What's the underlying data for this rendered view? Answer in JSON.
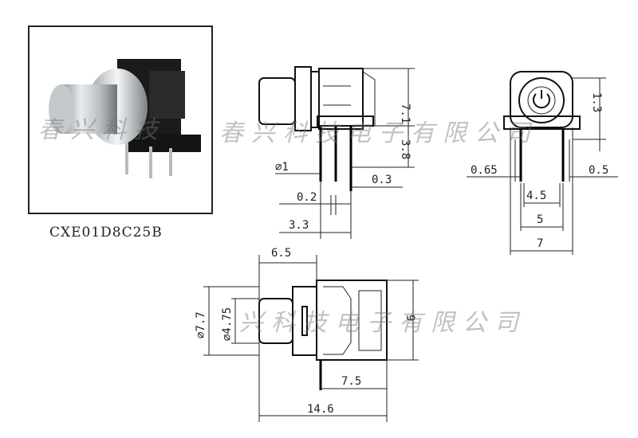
{
  "part_number": "CXE01D8C25B",
  "watermark": {
    "full": "春兴科技电子有限公司",
    "short": "春兴科技",
    "mid": "兴科技电子有限公司"
  },
  "dimensions": {
    "height_upper": "7.1",
    "height_lower": "3.8",
    "pin_diameter": "⌀1",
    "pin_thickness_a": "0.2",
    "pin_thickness_b": "0.3",
    "side_offset": "3.3",
    "front_height": "1.3",
    "front_pin_width": "0.65",
    "front_pin_thickness": "0.5",
    "front_span_inner": "4.5",
    "front_span_mid": "5",
    "front_span_outer": "7",
    "top_cap_length": "6.5",
    "top_outer_diameter": "⌀7.7",
    "top_inner_diameter": "⌀4.75",
    "top_body_height": "9",
    "top_body_length": "7.5",
    "top_total_length": "14.6"
  }
}
